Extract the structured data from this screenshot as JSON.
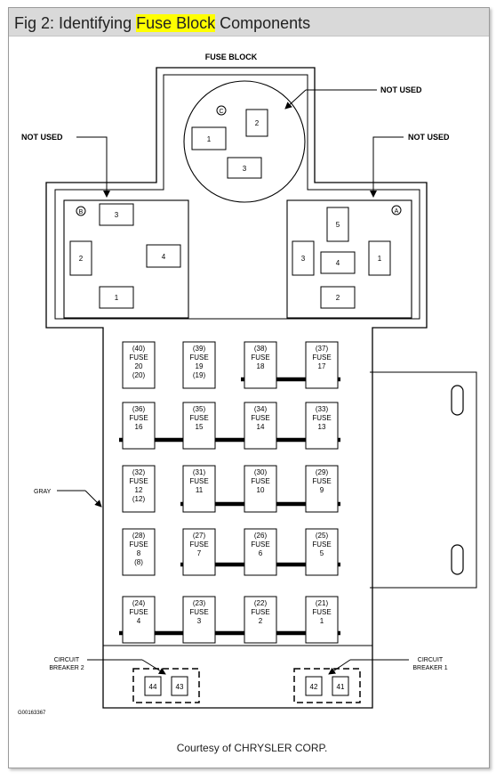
{
  "figure": {
    "title_prefix": "Fig 2: Identifying ",
    "title_highlight": "Fuse Block",
    "title_suffix": " Components",
    "credit": "Courtesy of CHRYSLER CORP."
  },
  "diagram": {
    "fuse_block_label": "FUSE BLOCK",
    "not_used_labels": [
      "NOT USED",
      "NOT USED",
      "NOT USED"
    ],
    "gray_label": "GRAY",
    "breaker_labels": {
      "left": [
        "CIRCUIT",
        "BREAKER 2"
      ],
      "right": [
        "CIRCUIT",
        "BREAKER 1"
      ]
    },
    "figure_code": "G00163367",
    "relay_groups": {
      "C": {
        "letter": "C",
        "slots": [
          "1",
          "2",
          "3"
        ]
      },
      "B": {
        "letter": "B",
        "slots": [
          "3",
          "2",
          "4",
          "1"
        ]
      },
      "A": {
        "letter": "A",
        "slots": [
          "5",
          "3",
          "4",
          "1",
          "2"
        ]
      }
    },
    "fuses": [
      [
        "(40)",
        "FUSE",
        "20",
        "(20)"
      ],
      [
        "(39)",
        "FUSE",
        "19",
        "(19)"
      ],
      [
        "(38)",
        "FUSE",
        "18"
      ],
      [
        "(37)",
        "FUSE",
        "17"
      ],
      [
        "(36)",
        "FUSE",
        "16"
      ],
      [
        "(35)",
        "FUSE",
        "15"
      ],
      [
        "(34)",
        "FUSE",
        "14"
      ],
      [
        "(33)",
        "FUSE",
        "13"
      ],
      [
        "(32)",
        "FUSE",
        "12",
        "(12)"
      ],
      [
        "(31)",
        "FUSE",
        "11"
      ],
      [
        "(30)",
        "FUSE",
        "10"
      ],
      [
        "(29)",
        "FUSE",
        "9"
      ],
      [
        "(28)",
        "FUSE",
        "8",
        "(8)"
      ],
      [
        "(27)",
        "FUSE",
        "7"
      ],
      [
        "(26)",
        "FUSE",
        "6"
      ],
      [
        "(25)",
        "FUSE",
        "5"
      ],
      [
        "(24)",
        "FUSE",
        "4"
      ],
      [
        "(23)",
        "FUSE",
        "3"
      ],
      [
        "(22)",
        "FUSE",
        "2"
      ],
      [
        "(21)",
        "FUSE",
        "1"
      ]
    ],
    "breakers": [
      "44",
      "43",
      "42",
      "41"
    ]
  }
}
